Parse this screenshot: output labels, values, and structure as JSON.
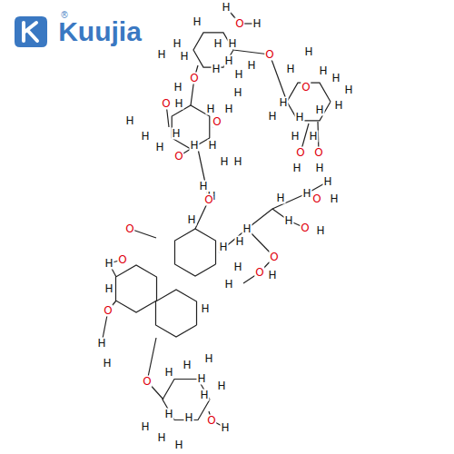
{
  "diagram": {
    "labels": [
      "Kuujia",
      "®",
      "H",
      "O",
      "H",
      "H",
      "H",
      "H",
      "H",
      "H",
      "H",
      "O",
      "H",
      "H",
      "H",
      "H",
      "O",
      "H",
      "H",
      "H",
      "H",
      "H",
      "O",
      "H",
      "H",
      "H",
      "H",
      "H",
      "H",
      "H",
      "H",
      "H",
      "O",
      "O",
      "H",
      "H",
      "O",
      "H",
      "H",
      "H",
      "H",
      "H",
      "O",
      "H",
      "H",
      "O",
      "H",
      "H",
      "H",
      "H",
      "H",
      "H",
      "H",
      "H",
      "H",
      "O",
      "H",
      "H",
      "O",
      "H",
      "H",
      "O",
      "H",
      "O",
      "H",
      "H",
      "H",
      "O",
      "H",
      "H",
      "O",
      "H",
      "O",
      "H",
      "O",
      "H",
      "H",
      "H",
      "O",
      "H",
      "H",
      "H",
      "H",
      "H",
      "H",
      "H",
      "O",
      "H",
      "H",
      "H",
      "H",
      "H"
    ]
  }
}
